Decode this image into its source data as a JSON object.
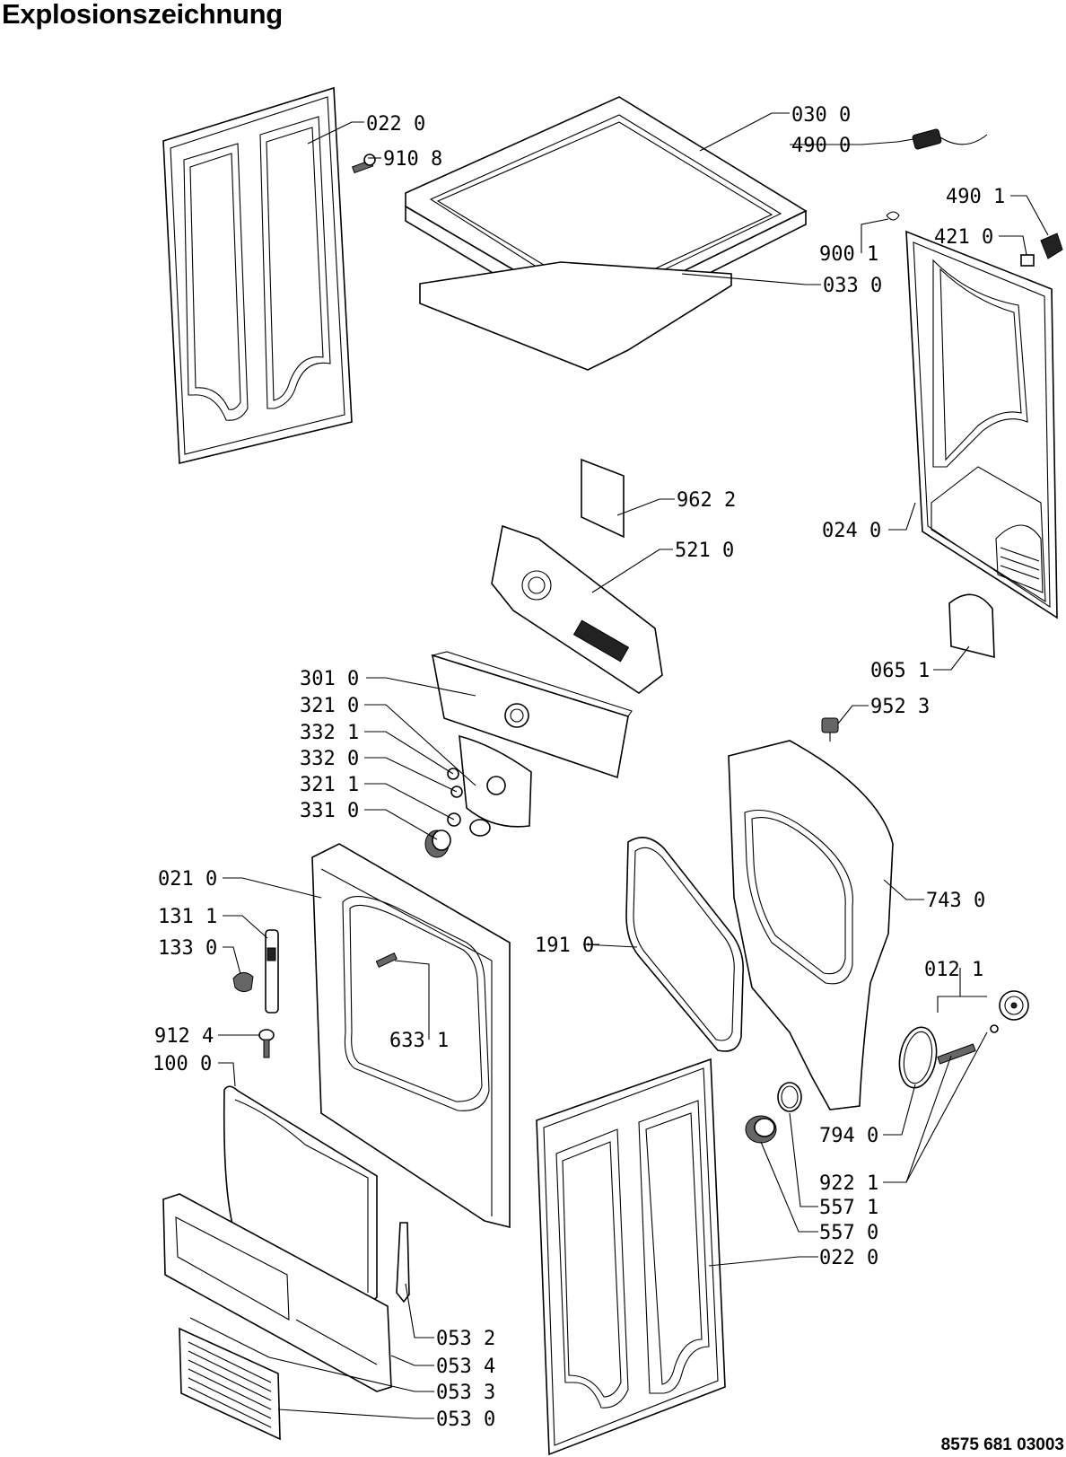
{
  "title": "Explosionszeichnung",
  "document_number": "8575 681 03003",
  "labels": {
    "l0220_top": "022 0",
    "l9108": "910 8",
    "l0300": "030 0",
    "l4900": "490 0",
    "l4901": "490 1",
    "l4210": "421 0",
    "l9001": "900 1",
    "l0330": "033 0",
    "l9622": "962 2",
    "l5210": "521 0",
    "l0240": "024 0",
    "l0651": "065 1",
    "l9523": "952 3",
    "l3010": "301 0",
    "l3210": "321 0",
    "l3321": "332 1",
    "l3320": "332 0",
    "l3211": "321 1",
    "l3310": "331 0",
    "l0210": "021 0",
    "l1311": "131 1",
    "l1330": "133 0",
    "l6331": "633 1",
    "l1910": "191 0",
    "l7430": "743 0",
    "l0121": "012 1",
    "l9124": "912 4",
    "l1000": "100 0",
    "l7940": "794 0",
    "l9221": "922 1",
    "l5571": "557 1",
    "l5570": "557 0",
    "l0220_bottom": "022 0",
    "l0532": "053 2",
    "l0534": "053 4",
    "l0533": "053 3",
    "l0530": "053 0"
  }
}
